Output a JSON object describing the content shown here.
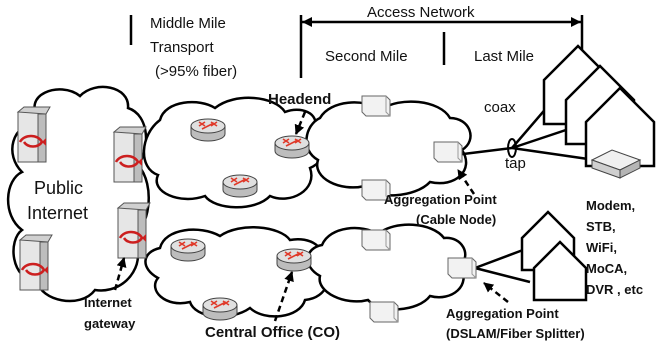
{
  "labels": {
    "middle_mile_line1": "Middle Mile",
    "middle_mile_line2": "Transport",
    "middle_mile_line3": "(>95% fiber)",
    "access_network": "Access Network",
    "second_mile": "Second Mile",
    "last_mile": "Last Mile",
    "headend": "Headend",
    "coax": "coax",
    "tap": "tap",
    "public_internet_line1": "Public",
    "public_internet_line2": "Internet",
    "agg_cable_line1": "Aggregation Point",
    "agg_cable_line2": "(Cable Node)",
    "devices_line1": "Modem,",
    "devices_line2": "STB,",
    "devices_line3": "WiFi,",
    "devices_line4": "MoCA,",
    "devices_line5": "DVR , etc",
    "internet_gateway_line1": "Internet",
    "internet_gateway_line2": "gateway",
    "central_office": "Central Office (CO)",
    "agg_dsl_line1": "Aggregation Point",
    "agg_dsl_line2": "(DSLAM/Fiber Splitter)"
  },
  "colors": {
    "line": "#000000",
    "router_body": "#d9d9d9",
    "router_arrows": "#e03a2a",
    "server_body": "#e6e6e6",
    "server_swirl": "#cc1f1f"
  },
  "icons": {
    "router": "router-icon",
    "server": "server-icon",
    "house": "house-icon",
    "modem": "modem-icon",
    "node": "aggregation-node-icon"
  }
}
